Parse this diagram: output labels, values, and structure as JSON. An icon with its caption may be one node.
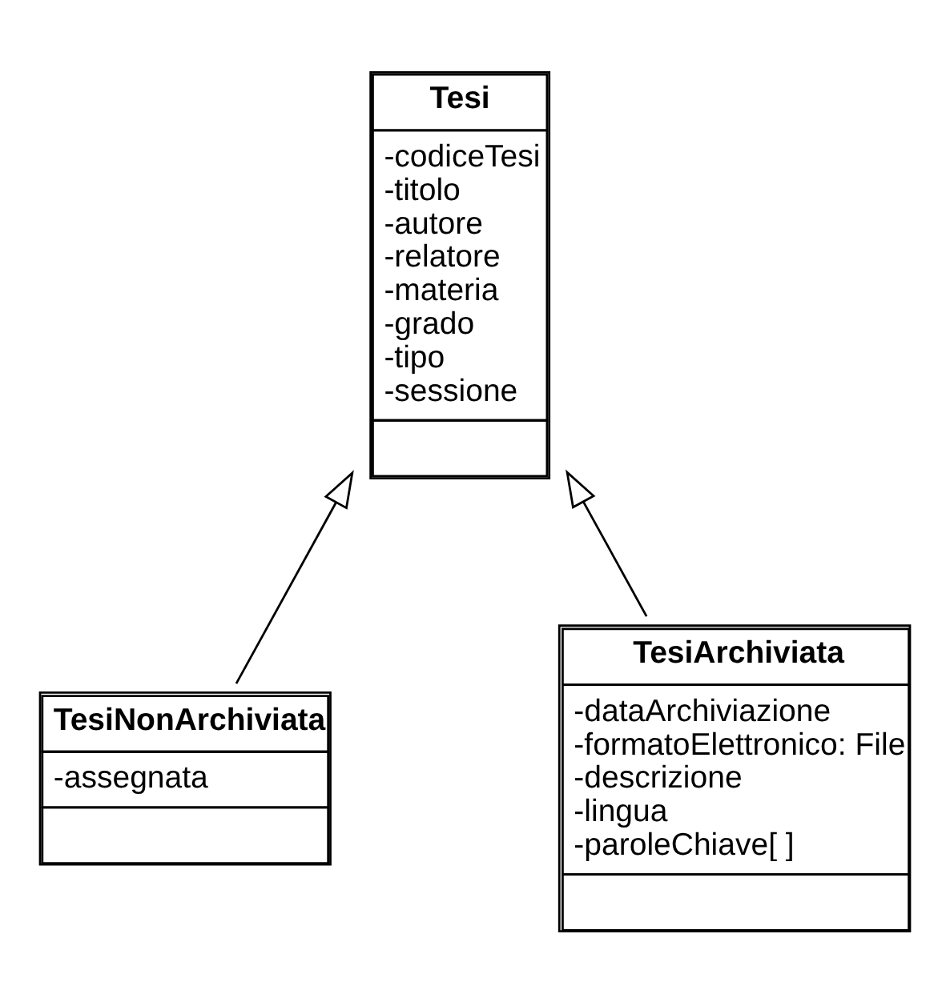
{
  "diagram": {
    "nodes": [
      {
        "text": [
          "Tesi",
          "-codiceTesi",
          "-titolo",
          "-autore",
          "-relatore",
          "-materia",
          "-grado",
          "-tipo",
          "-sessione"
        ]
      },
      {
        "text": [
          "TesiNonArchiviata",
          "-assegnata"
        ]
      },
      {
        "text": [
          "TesiArchiviata",
          "-dataArchiviazione",
          "-formatoElettronico: File",
          "-descrizione",
          "-lingua",
          "-paroleChiave[ ]"
        ]
      }
    ],
    "edges": [
      {
        "from": 1,
        "to": 0,
        "arrow": "to"
      },
      {
        "from": 2,
        "to": 0,
        "arrow": "to"
      }
    ]
  }
}
